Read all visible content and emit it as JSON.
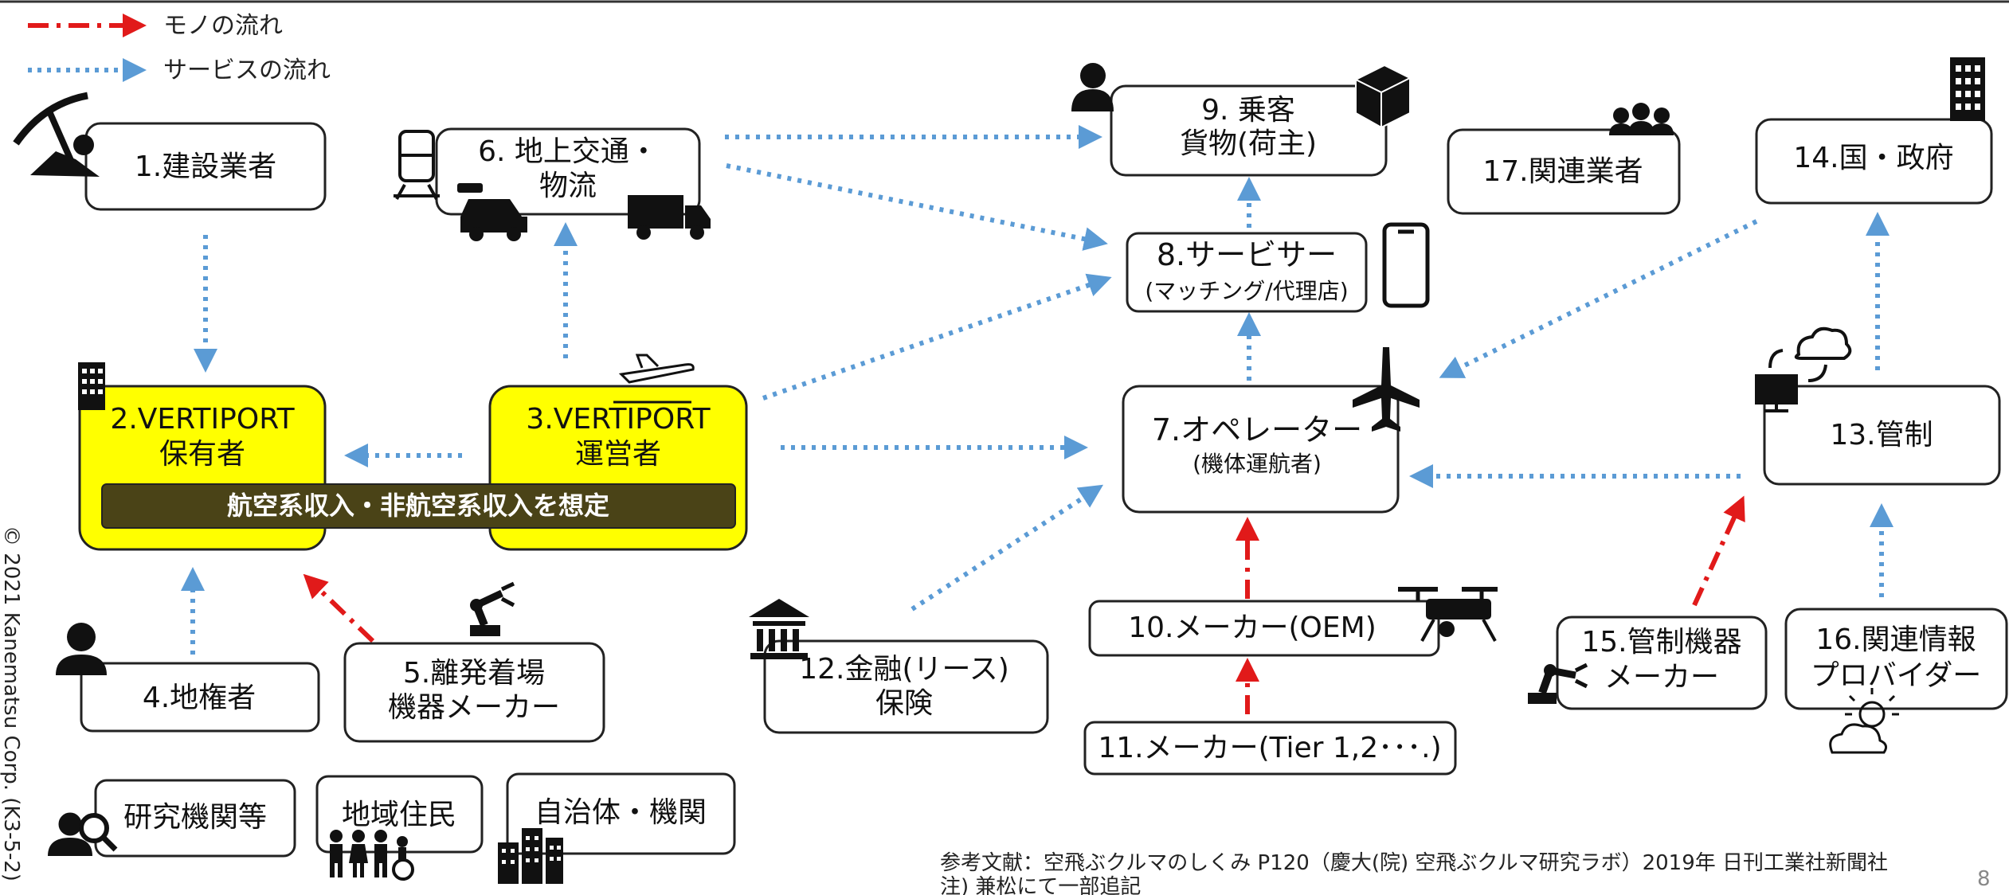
{
  "legend": {
    "goods_flow": "モノの流れ",
    "service_flow": "サービスの流れ"
  },
  "colors": {
    "goods_arrow": "#e11a1a",
    "service_arrow": "#5b9bd5",
    "highlight_fill": "#ffff00",
    "banner_fill": "#4a4317"
  },
  "nodes": {
    "n1": {
      "line1": "1.建設業者"
    },
    "n2": {
      "line1": "2.VERTIPORT",
      "line2": "保有者"
    },
    "n3": {
      "line1": "3.VERTIPORT",
      "line2": "運営者"
    },
    "n4": {
      "line1": "4.地権者"
    },
    "n5": {
      "line1": "5.離発着場",
      "line2": "機器メーカー"
    },
    "n6": {
      "line1": "6. 地上交通・",
      "line2": "物流"
    },
    "n7": {
      "line1": "7.オペレーター",
      "line2": "(機体運航者)"
    },
    "n8": {
      "line1": "8.サービサー",
      "line2": "(マッチング/代理店)"
    },
    "n9": {
      "line1": "9. 乗客",
      "line2": "貨物(荷主)"
    },
    "n10": {
      "line1": "10.メーカー(OEM)"
    },
    "n11": {
      "line1": "11.メーカー(Tier 1,2･･･.)"
    },
    "n12": {
      "line1": "12.金融(リース)",
      "line2": "保険"
    },
    "n13": {
      "line1": "13.管制"
    },
    "n14": {
      "line1": "14.国・政府"
    },
    "n15": {
      "line1": "15.管制機器",
      "line2": "メーカー"
    },
    "n16": {
      "line1": "16.関連情報",
      "line2": "プロバイダー"
    },
    "n17": {
      "line1": "17.関連業者"
    },
    "n18": {
      "line1": "研究機関等"
    },
    "n19": {
      "line1": "地域住民"
    },
    "n20": {
      "line1": "自治体・機関"
    }
  },
  "banner": "航空系収入・非航空系収入を想定",
  "reference": {
    "line1": "参考文献：空飛ぶクルマのしくみ P120（慶大(院) 空飛ぶクルマ研究ラボ）2019年 日刊工業社新聞社",
    "line2": "注) 兼松にて一部追記"
  },
  "page_number": "8",
  "side_copyright": "© 2021 Kanematsu Corp. (K3-5-2)",
  "icons": [
    "construction-worker-icon",
    "train-icon",
    "taxi-icon",
    "truck-icon",
    "passenger-icon",
    "package-icon",
    "group-icon",
    "building-icon",
    "airplane-icon",
    "smartphone-icon",
    "drone-icon",
    "bank-icon",
    "robot-arm-icon",
    "cloud-computer-icon",
    "weather-icon",
    "person-icon",
    "researcher-icon",
    "residents-icon",
    "city-icon"
  ]
}
